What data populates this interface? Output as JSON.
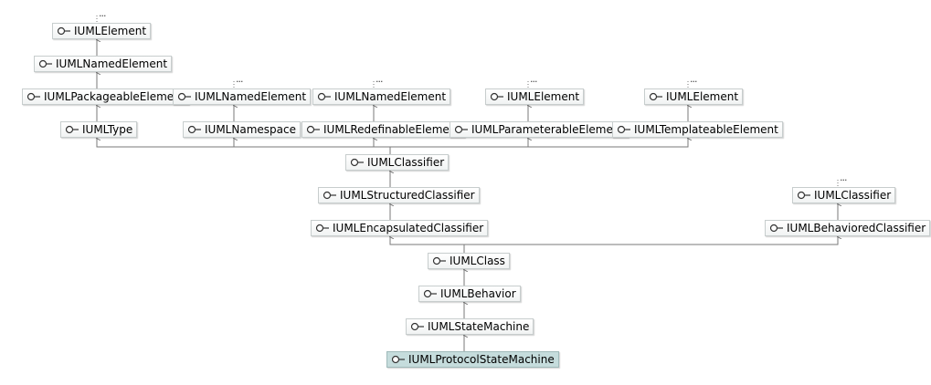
{
  "diagram": {
    "nodes": {
      "IUMLElement_top": "IUMLElement",
      "IUMLNamedElement_left": "IUMLNamedElement",
      "IUMLPackageableElement": "IUMLPackageableElement",
      "IUMLType": "IUMLType",
      "IUMLNamedElement_2": "IUMLNamedElement",
      "IUMLNamespace": "IUMLNamespace",
      "IUMLNamedElement_3": "IUMLNamedElement",
      "IUMLRedefinableElement": "IUMLRedefinableElement",
      "IUMLElement_2": "IUMLElement",
      "IUMLParameterableElement": "IUMLParameterableElement",
      "IUMLElement_3": "IUMLElement",
      "IUMLTemplateableElement": "IUMLTemplateableElement",
      "IUMLClassifier": "IUMLClassifier",
      "IUMLStructuredClassifier": "IUMLStructuredClassifier",
      "IUMLEncapsulatedClassifier": "IUMLEncapsulatedClassifier",
      "IUMLClassifier_2": "IUMLClassifier",
      "IUMLBehavioredClassifier": "IUMLBehavioredClassifier",
      "IUMLClass": "IUMLClass",
      "IUMLBehavior": "IUMLBehavior",
      "IUMLStateMachine": "IUMLStateMachine",
      "IUMLProtocolStateMachine": "IUMLProtocolStateMachine"
    },
    "ellipsis": "...",
    "selected": "IUMLProtocolStateMachine",
    "colors": {
      "edge": "#7a7a7a",
      "selected_fill": "#c5dcdc",
      "node_border": "#c7cdcd"
    },
    "icon": "interface-lollipop-icon"
  }
}
